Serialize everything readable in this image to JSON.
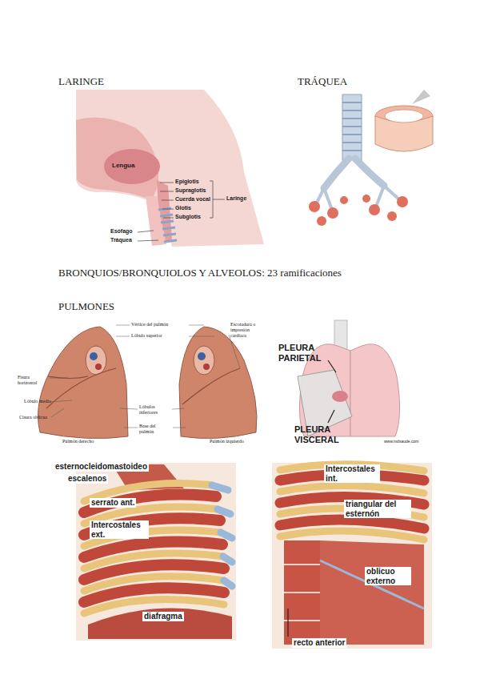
{
  "diagram": {
    "labels": [
      "LARINGE",
      "TRÁQUEA",
      "Lengua",
      "Epiglotis",
      "Supraglotis",
      "Cuerda vocal",
      "Glotis",
      "Subglotis",
      "Laringe",
      "Esófago",
      "Tráquea",
      "BRONQUIOS/BRONQUIOLOS Y ALVEOLOS: 23 ramificaciones",
      "PULMONES",
      "Vértice del pulmón",
      "Lóbulo superior",
      "Escotadura o impresión cardíaca",
      "Fisura horizontal",
      "Lóbulo medio",
      "Cisura oblicua",
      "Lóbulos inferiores",
      "Base del pulmón",
      "Pulmón derecho",
      "Pulmón izquierdo",
      "PLEURA PARIETAL",
      "PLEURA VISCERAL",
      "www.mdsaude.com",
      "esternocleidomastoideo",
      "escalenos",
      "serrato ant.",
      "Intercostales ext.",
      "diafragma",
      "Intercostales int.",
      "triangular del esternón",
      "oblicuo externo",
      "recto anterior"
    ]
  }
}
